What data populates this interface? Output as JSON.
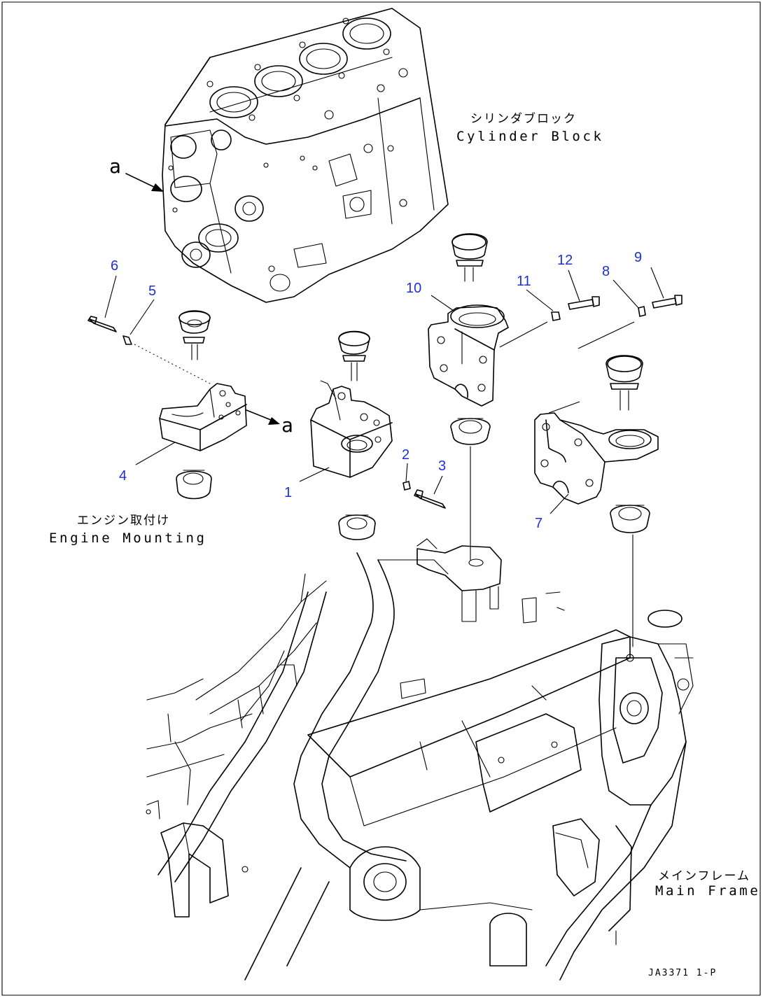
{
  "labels": {
    "cylinder_block_jp": "シリンダブロック",
    "cylinder_block_en": "Cylinder Block",
    "engine_mounting_jp": "エンジン取付け",
    "engine_mounting_en": "Engine Mounting",
    "main_frame_jp": "メインフレーム",
    "main_frame_en": "Main Frame",
    "view_letter_1": "a",
    "view_letter_2": "a",
    "drawing_code": "JA3371 1-P"
  },
  "part_numbers": [
    "1",
    "2",
    "3",
    "4",
    "5",
    "6",
    "7",
    "8",
    "9",
    "10",
    "11",
    "12"
  ],
  "colors": {
    "callout": "#1f31d6",
    "line": "#000000",
    "background": "#ffffff"
  }
}
